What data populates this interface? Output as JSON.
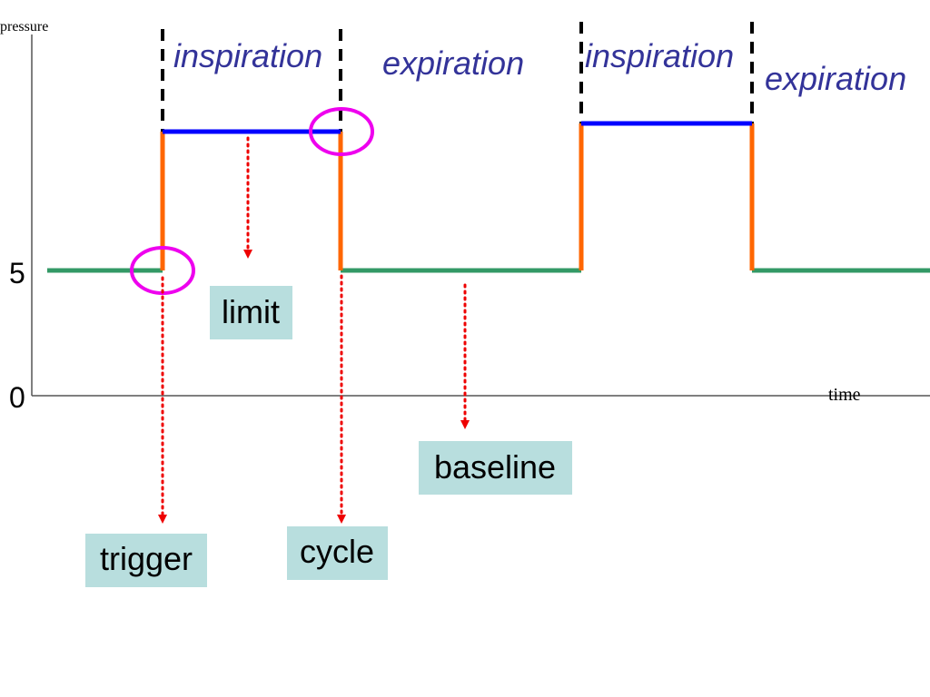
{
  "axes": {
    "y_label": "pressure",
    "x_label": "time",
    "tick_low": "0",
    "tick_baseline": "5"
  },
  "phases": [
    {
      "label": "inspiration"
    },
    {
      "label": "expiration"
    },
    {
      "label": "inspiration"
    },
    {
      "label": "expiration"
    }
  ],
  "callouts": {
    "limit": "limit",
    "baseline": "baseline",
    "trigger": "trigger",
    "cycle": "cycle"
  },
  "colors": {
    "baseline_line": "#339966",
    "pressure_rise": "#ff6600",
    "plateau": "#0000ff",
    "phase_text": "#333399",
    "marker_circle": "#ee00ee",
    "arrow": "#ee0000",
    "label_box": "#b8dede"
  }
}
